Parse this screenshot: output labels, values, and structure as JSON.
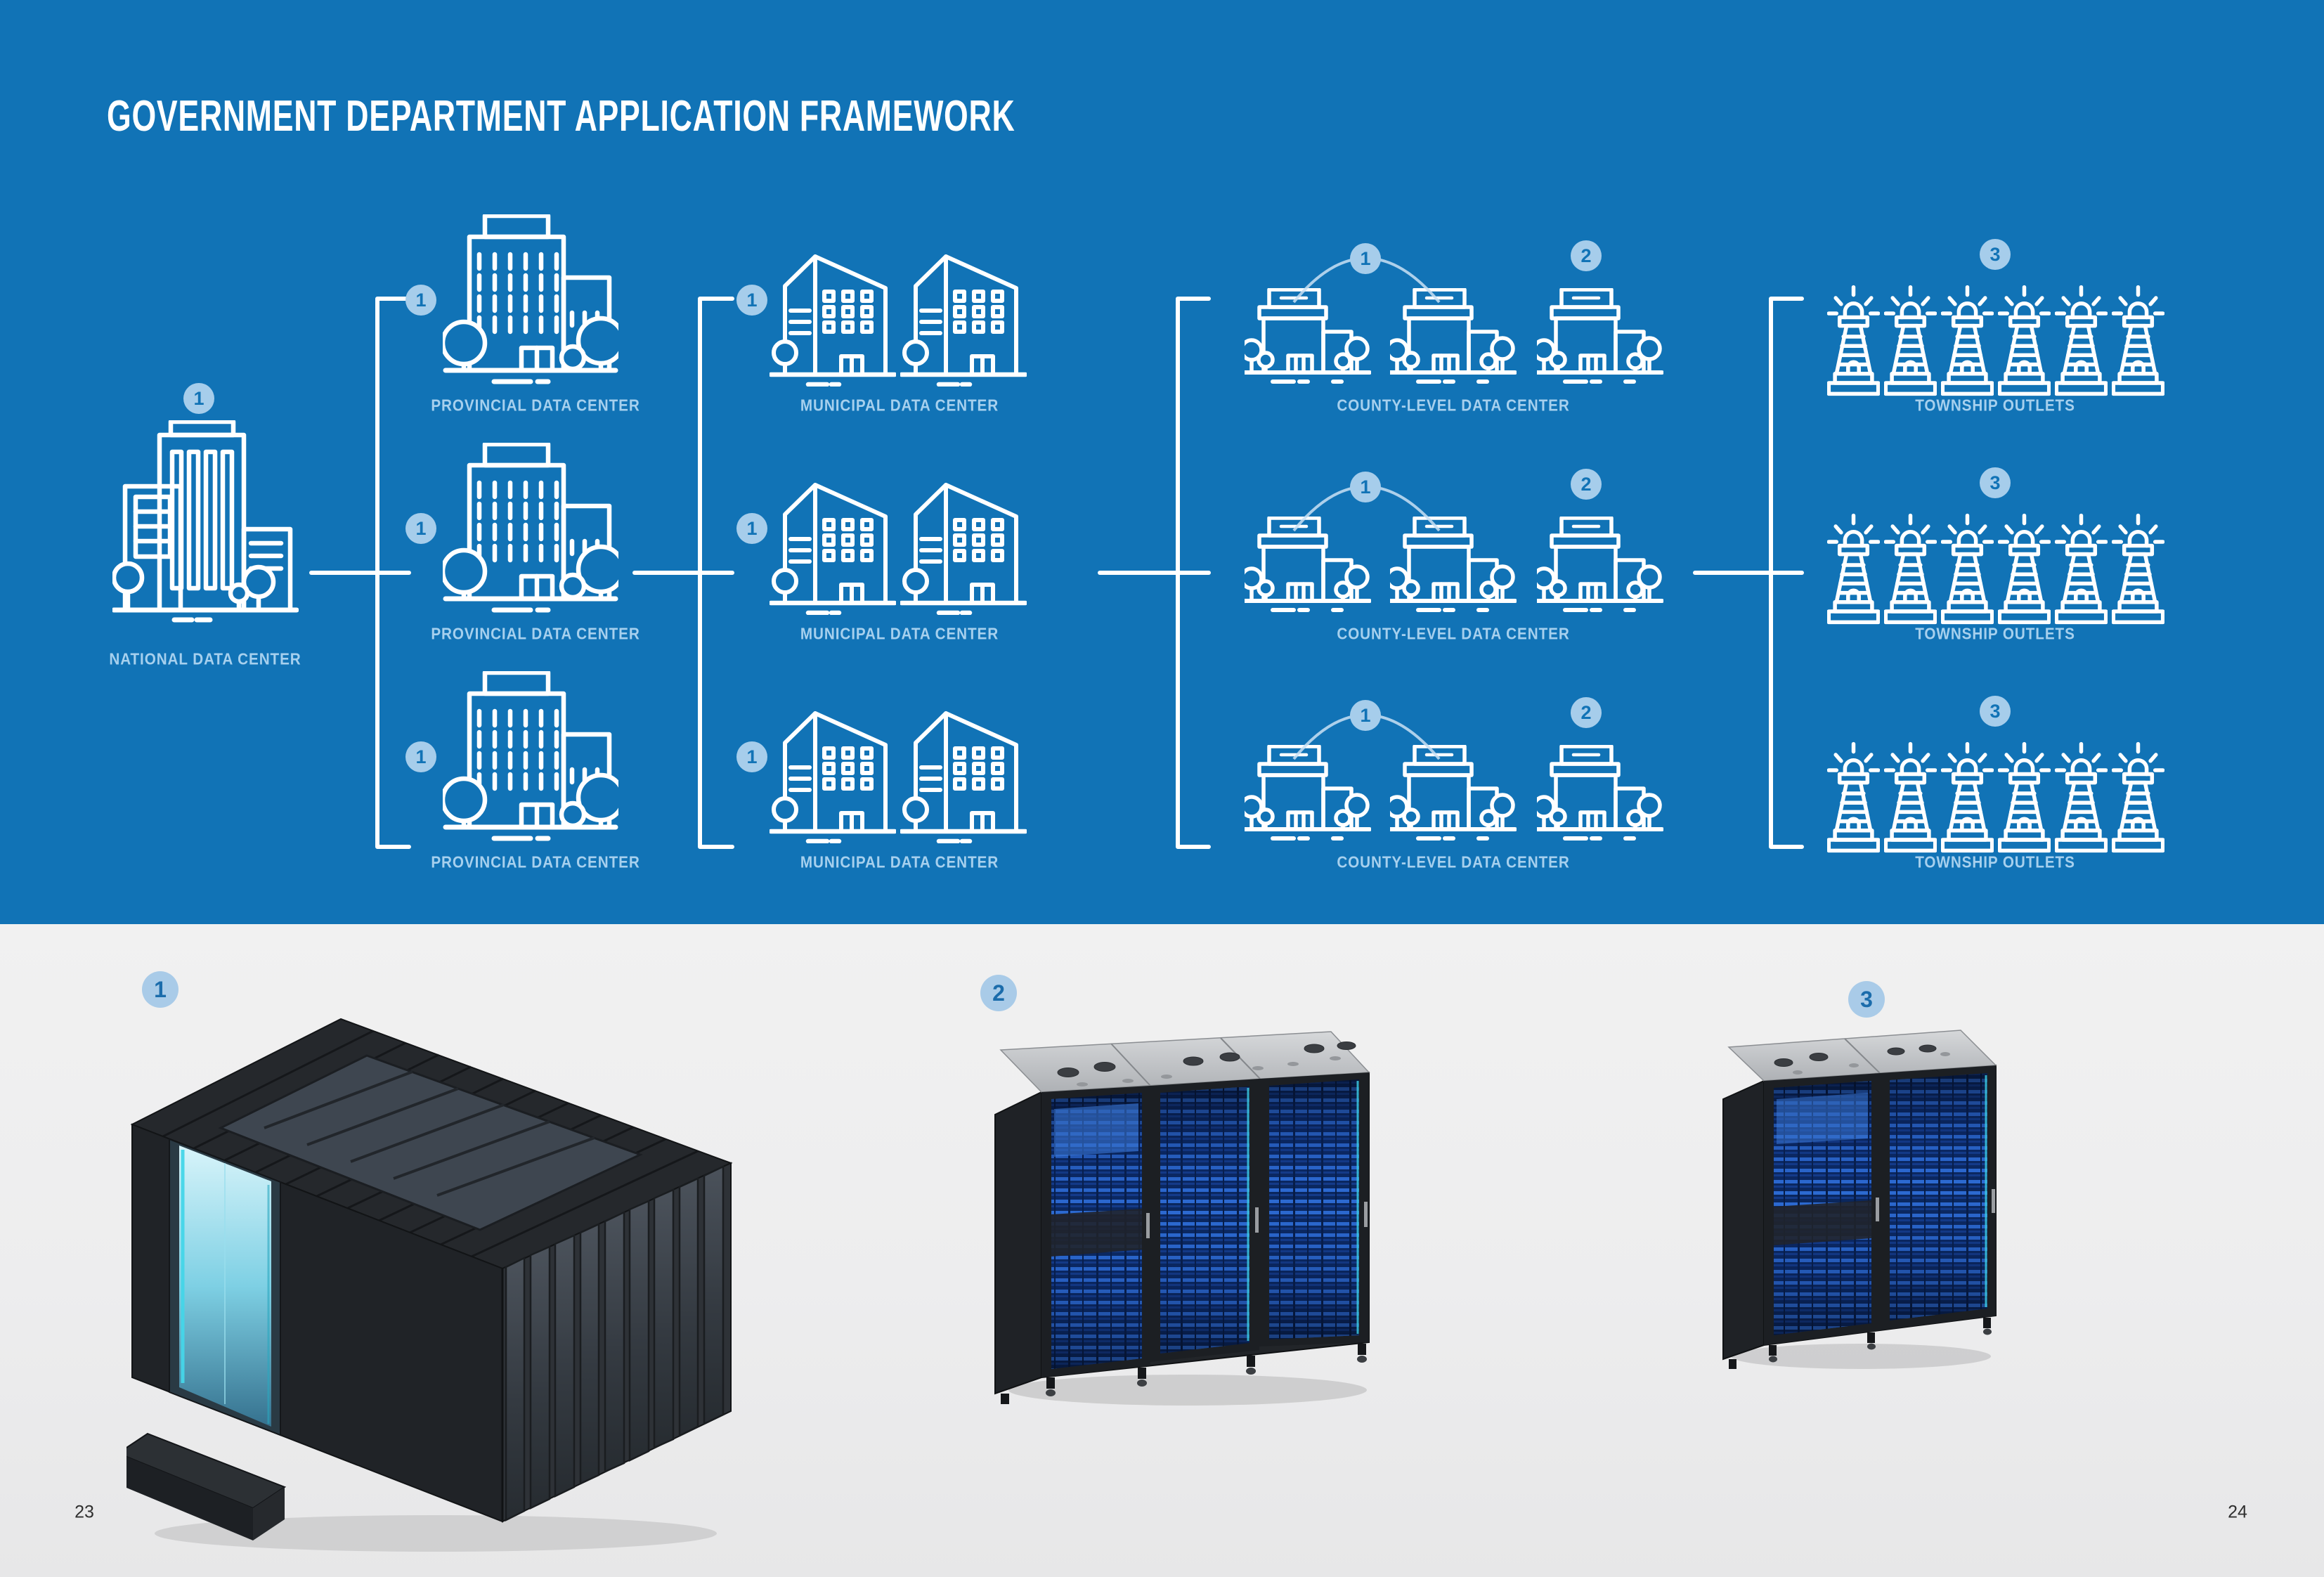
{
  "header": {
    "title": "GOVERNMENT DEPARTMENT APPLICATION FRAMEWORK"
  },
  "diagram": {
    "national": {
      "badge": "1",
      "label": "NATIONAL DATA CENTER"
    },
    "provincial": {
      "badge": "1",
      "label": "PROVINCIAL DATA CENTER"
    },
    "municipal": {
      "badge": "1",
      "label": "MUNICIPAL DATA CENTER"
    },
    "county": {
      "badge_link": "1",
      "badge_standalone": "2",
      "label": "COUNTY-LEVEL DATA CENTER"
    },
    "township": {
      "badge": "3",
      "label": "TOWNSHIP OUTLETS"
    }
  },
  "products": [
    {
      "badge": "1",
      "icon": "containerized-micro-module-data-center"
    },
    {
      "badge": "2",
      "icon": "three-rack-server-cluster"
    },
    {
      "badge": "3",
      "icon": "two-rack-server-cluster"
    }
  ],
  "footer": {
    "left_page_number": "23",
    "right_page_number": "24"
  },
  "colors": {
    "panel_blue": "#1173b6",
    "label_blue": "#a6d0ee",
    "badge_fill": "#a6cdeb",
    "badge_text": "#1b6cab",
    "line_white": "#ffffff",
    "arc_blue": "#c9e0f4",
    "glow_cyan": "#45d6e9",
    "server_glow_blue": "#2e6cd2",
    "bottom_bg": "#efefef"
  }
}
